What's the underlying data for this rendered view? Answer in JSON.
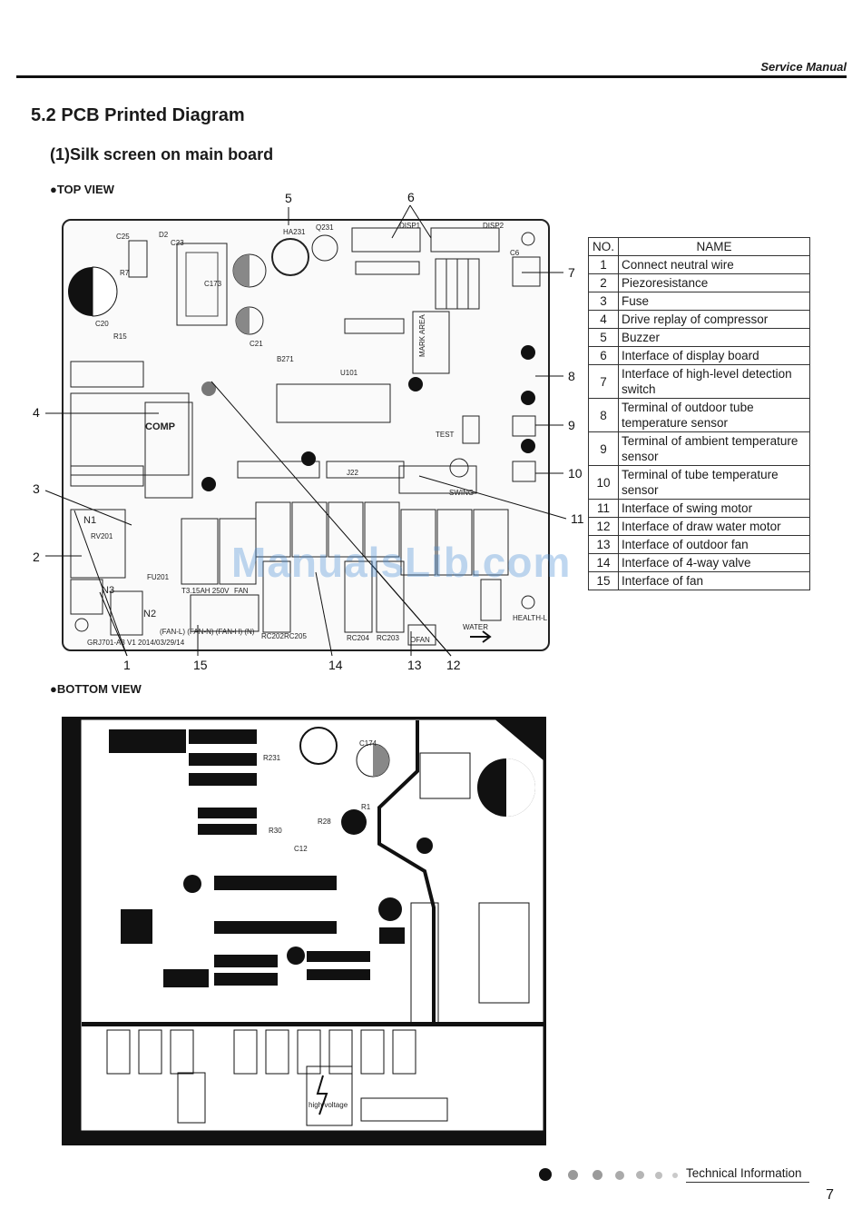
{
  "header": {
    "manual_label": "Service Manual"
  },
  "section": {
    "title": "5.2 PCB Printed Diagram",
    "subtitle": "(1)Silk screen on main board"
  },
  "views": {
    "top": "●TOP VIEW",
    "bottom": "●BOTTOM VIEW"
  },
  "board_labels": {
    "top_row": [
      "C25",
      "D2",
      "C23",
      "HA231",
      "Q231",
      "DISP1",
      "DISP2",
      "C6"
    ],
    "left_side": [
      "R7",
      "C20",
      "R15",
      "COMP",
      "N1",
      "RV201",
      "N3",
      "N2"
    ],
    "center": [
      "C173",
      "C21",
      "B271",
      "U101",
      "MARK AREA",
      "J22",
      "SWING",
      "TEST"
    ],
    "bottom_row": [
      "FU201",
      "T3.15AH 250V",
      "FAN",
      "RC202",
      "RC205",
      "RC204",
      "RC203",
      "OFAN",
      "WATER",
      "HEALTH-L"
    ],
    "version": "GRJ701-A3  V1 2014/03/29/14",
    "fan_connectors": "(FAN-L) (FAN-N) (FAN-H) (N)",
    "bottom_board_text": [
      "R231",
      "C174",
      "R1",
      "R30",
      "R28",
      "C12",
      "high voltage"
    ]
  },
  "callouts": {
    "c1": "1",
    "c2": "2",
    "c3": "3",
    "c4": "4",
    "c5": "5",
    "c6": "6",
    "c7": "7",
    "c8": "8",
    "c9": "9",
    "c10": "10",
    "c11": "11",
    "c12": "12",
    "c13": "13",
    "c14": "14",
    "c15": "15"
  },
  "legend": {
    "headers": [
      "NO.",
      "NAME"
    ],
    "rows": [
      {
        "no": "1",
        "name": "Connect neutral wire"
      },
      {
        "no": "2",
        "name": "Piezoresistance"
      },
      {
        "no": "3",
        "name": "Fuse"
      },
      {
        "no": "4",
        "name": "Drive replay of compressor"
      },
      {
        "no": "5",
        "name": "Buzzer"
      },
      {
        "no": "6",
        "name": "Interface of display board"
      },
      {
        "no": "7",
        "name": "Interface of high-level detection switch"
      },
      {
        "no": "8",
        "name": "Terminal of outdoor tube temperature sensor"
      },
      {
        "no": "9",
        "name": "Terminal of ambient temperature sensor"
      },
      {
        "no": "10",
        "name": "Terminal of tube temperature sensor"
      },
      {
        "no": "11",
        "name": "Interface of swing motor"
      },
      {
        "no": "12",
        "name": "Interface of draw water motor"
      },
      {
        "no": "13",
        "name": "Interface of outdoor fan"
      },
      {
        "no": "14",
        "name": "Interface of 4-way valve"
      },
      {
        "no": "15",
        "name": "Interface of fan"
      }
    ]
  },
  "watermark": "ManualsLib.com",
  "footer": {
    "label": "Technical Information",
    "page_number": "7"
  },
  "colors": {
    "ink": "#1a1a1a",
    "watermark": "#4a8fd6",
    "board_back": "#111111"
  }
}
